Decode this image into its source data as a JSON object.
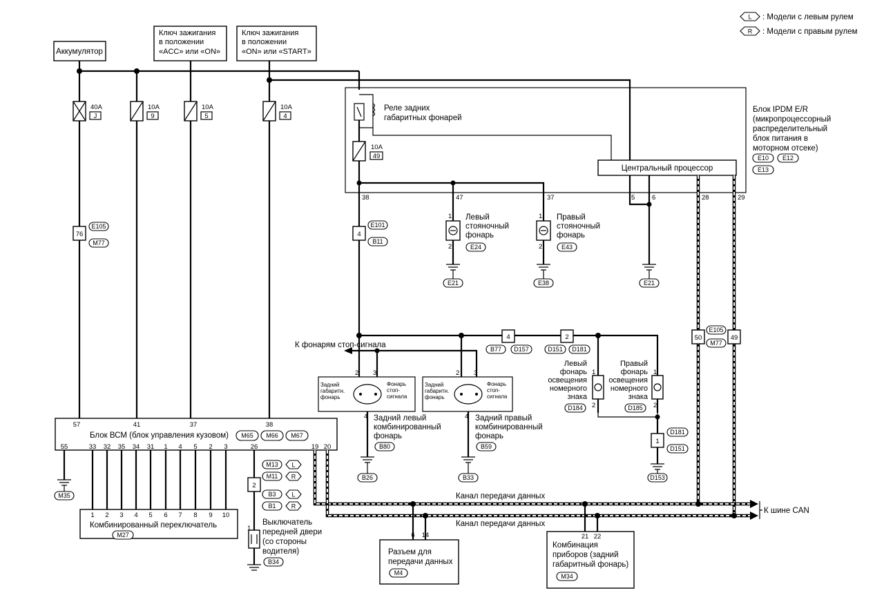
{
  "legend": {
    "left": {
      "code": "L",
      "text": ": Модели с левым рулем"
    },
    "right": {
      "code": "R",
      "text": ": Модели с правым рулем"
    }
  },
  "sources": {
    "battery": "Аккумулятор",
    "ign_acc": [
      "Ключ зажигания",
      "в положении",
      "«ACC» или «ON»"
    ],
    "ign_on": [
      "Ключ зажигания",
      "в положении",
      "«ON» или «START»"
    ]
  },
  "fuses": [
    {
      "rating": "40A",
      "no": "J"
    },
    {
      "rating": "10A",
      "no": "9"
    },
    {
      "rating": "10A",
      "no": "5"
    },
    {
      "rating": "10A",
      "no": "4"
    }
  ],
  "ipdm": {
    "title": [
      "Блок IPDM E/R",
      "(микропроцессорный",
      "распределительный",
      "блок питания в",
      "моторном отсеке)"
    ],
    "connectors": [
      "E10",
      "E12",
      "E13"
    ],
    "relay": [
      "Реле задних",
      "габаритных фонарей"
    ],
    "fuse": {
      "rating": "10A",
      "no": "49"
    },
    "cpu": "Центральный процессор",
    "pins": [
      "38",
      "47",
      "37",
      "5",
      "6",
      "28",
      "29"
    ]
  },
  "front_lamps": {
    "left": {
      "label": [
        "Левый",
        "стояночный",
        "фонарь"
      ],
      "conn": "E24",
      "ground": "E21"
    },
    "right": {
      "label": [
        "Правый",
        "стояночный",
        "фонарь"
      ],
      "conn": "E43",
      "ground": "E38"
    },
    "cpu_ground": "E21"
  },
  "joints": {
    "j76": {
      "pin": "76",
      "tags": [
        "E105",
        "M77"
      ]
    },
    "j4": {
      "pin": "4",
      "tags": [
        "E101",
        "B11"
      ]
    },
    "j4b": {
      "pin": "4",
      "tags": [
        "B77",
        "D157"
      ]
    },
    "j2": {
      "pin": "2",
      "tags": [
        "D151",
        "D181"
      ]
    },
    "j50": {
      "pin": "50"
    },
    "j49": {
      "pin": "49"
    },
    "jcan_tags": [
      "E105",
      "M77"
    ],
    "j1": {
      "pin": "1",
      "tags": [
        "D181",
        "D151"
      ],
      "ground": "D153"
    }
  },
  "stop_lamps": "К фонарям стоп-сигнала",
  "rear_left": {
    "tail": [
      "Задний",
      "габаритн.",
      "фонарь"
    ],
    "stop": [
      "Фонарь",
      "стоп-",
      "сигнала"
    ],
    "label": [
      "Задний левый",
      "комбинированный",
      "фонарь"
    ],
    "conn": "B80",
    "ground": "B26"
  },
  "rear_right": {
    "tail": [
      "Задний",
      "габаритн.",
      "фонарь"
    ],
    "stop": [
      "Фонарь",
      "стоп-",
      "сигнала"
    ],
    "label": [
      "Задний правый",
      "комбинированный",
      "фонарь"
    ],
    "conn": "B59",
    "ground": "B33"
  },
  "license_left": {
    "label": [
      "Левый",
      "фонарь",
      "освещения",
      "номерного",
      "знака"
    ],
    "conn": "D184"
  },
  "license_right": {
    "label": [
      "Правый",
      "фонарь",
      "освещения",
      "номерного",
      "знака"
    ],
    "conn": "D185"
  },
  "bcm": {
    "title": "Блок ВСМ (блок управления кузовом)",
    "connectors": [
      "M65",
      "M66",
      "M67"
    ],
    "top_pins": [
      "57",
      "41",
      "37",
      "38"
    ],
    "bottom_pins": [
      "55",
      "33",
      "32",
      "35",
      "34",
      "31",
      "1",
      "4",
      "5",
      "2",
      "3",
      "26",
      "19",
      "20"
    ],
    "ground": "M35"
  },
  "combo_switch": {
    "title": "Комбинированный переключатель",
    "conn": "M27",
    "pins": [
      "1",
      "2",
      "3",
      "4",
      "5",
      "6",
      "7",
      "8",
      "9",
      "10"
    ]
  },
  "door_switch": {
    "pin": "2",
    "tags": [
      [
        "M13",
        "L"
      ],
      [
        "M11",
        "R"
      ],
      [
        "B3",
        "L"
      ],
      [
        "B1",
        "R"
      ]
    ],
    "label": [
      "Выключатель",
      "передней двери",
      "(со стороны",
      "водителя)"
    ],
    "conn": "B34"
  },
  "can": {
    "line1": "Канал передачи данных",
    "line2": "Канал передачи данных",
    "to": "К шине CAN"
  },
  "dlc": {
    "title": [
      "Разъем для",
      "передачи данных"
    ],
    "pins": [
      "6",
      "14"
    ],
    "conn": "M4"
  },
  "meter": {
    "title": [
      "Комбинация",
      "приборов (задний",
      "габаритный фонарь)"
    ],
    "pins": [
      "21",
      "22"
    ],
    "conn": "M34"
  }
}
